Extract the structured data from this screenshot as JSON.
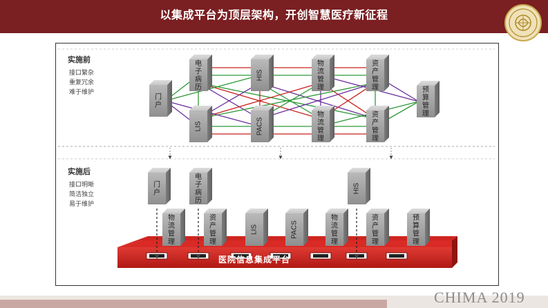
{
  "header": {
    "title": "以集成平台为顶层架构，开创智慧医疗新征程"
  },
  "before": {
    "title": "实施前",
    "desc": [
      "接口繁杂",
      "重复冗余",
      "难于维护"
    ],
    "nodes": [
      "门户",
      "电子病历",
      "LIS",
      "HIS",
      "PACS",
      "物流管理",
      "物流管理",
      "资产管理",
      "资产管理",
      "预算管理"
    ]
  },
  "after": {
    "title": "实施后",
    "desc": [
      "接口明晰",
      "简洁独立",
      "易于维护"
    ],
    "top_nodes": [
      "门户",
      "电子病历",
      "HIS"
    ],
    "platform_nodes": [
      "物流管理",
      "资产管理",
      "LIS",
      "PACS",
      "物流管理",
      "资产管理",
      "预算管理"
    ],
    "platform_label": "医院信息集成平台"
  },
  "footer": {
    "watermark": "CHIMA 2019"
  },
  "colors": {
    "header": "#7a1f22",
    "platform": "#c8201c",
    "line_green": "#2e9a3a",
    "line_red": "#c8201c",
    "line_purple": "#6b2f9a"
  }
}
